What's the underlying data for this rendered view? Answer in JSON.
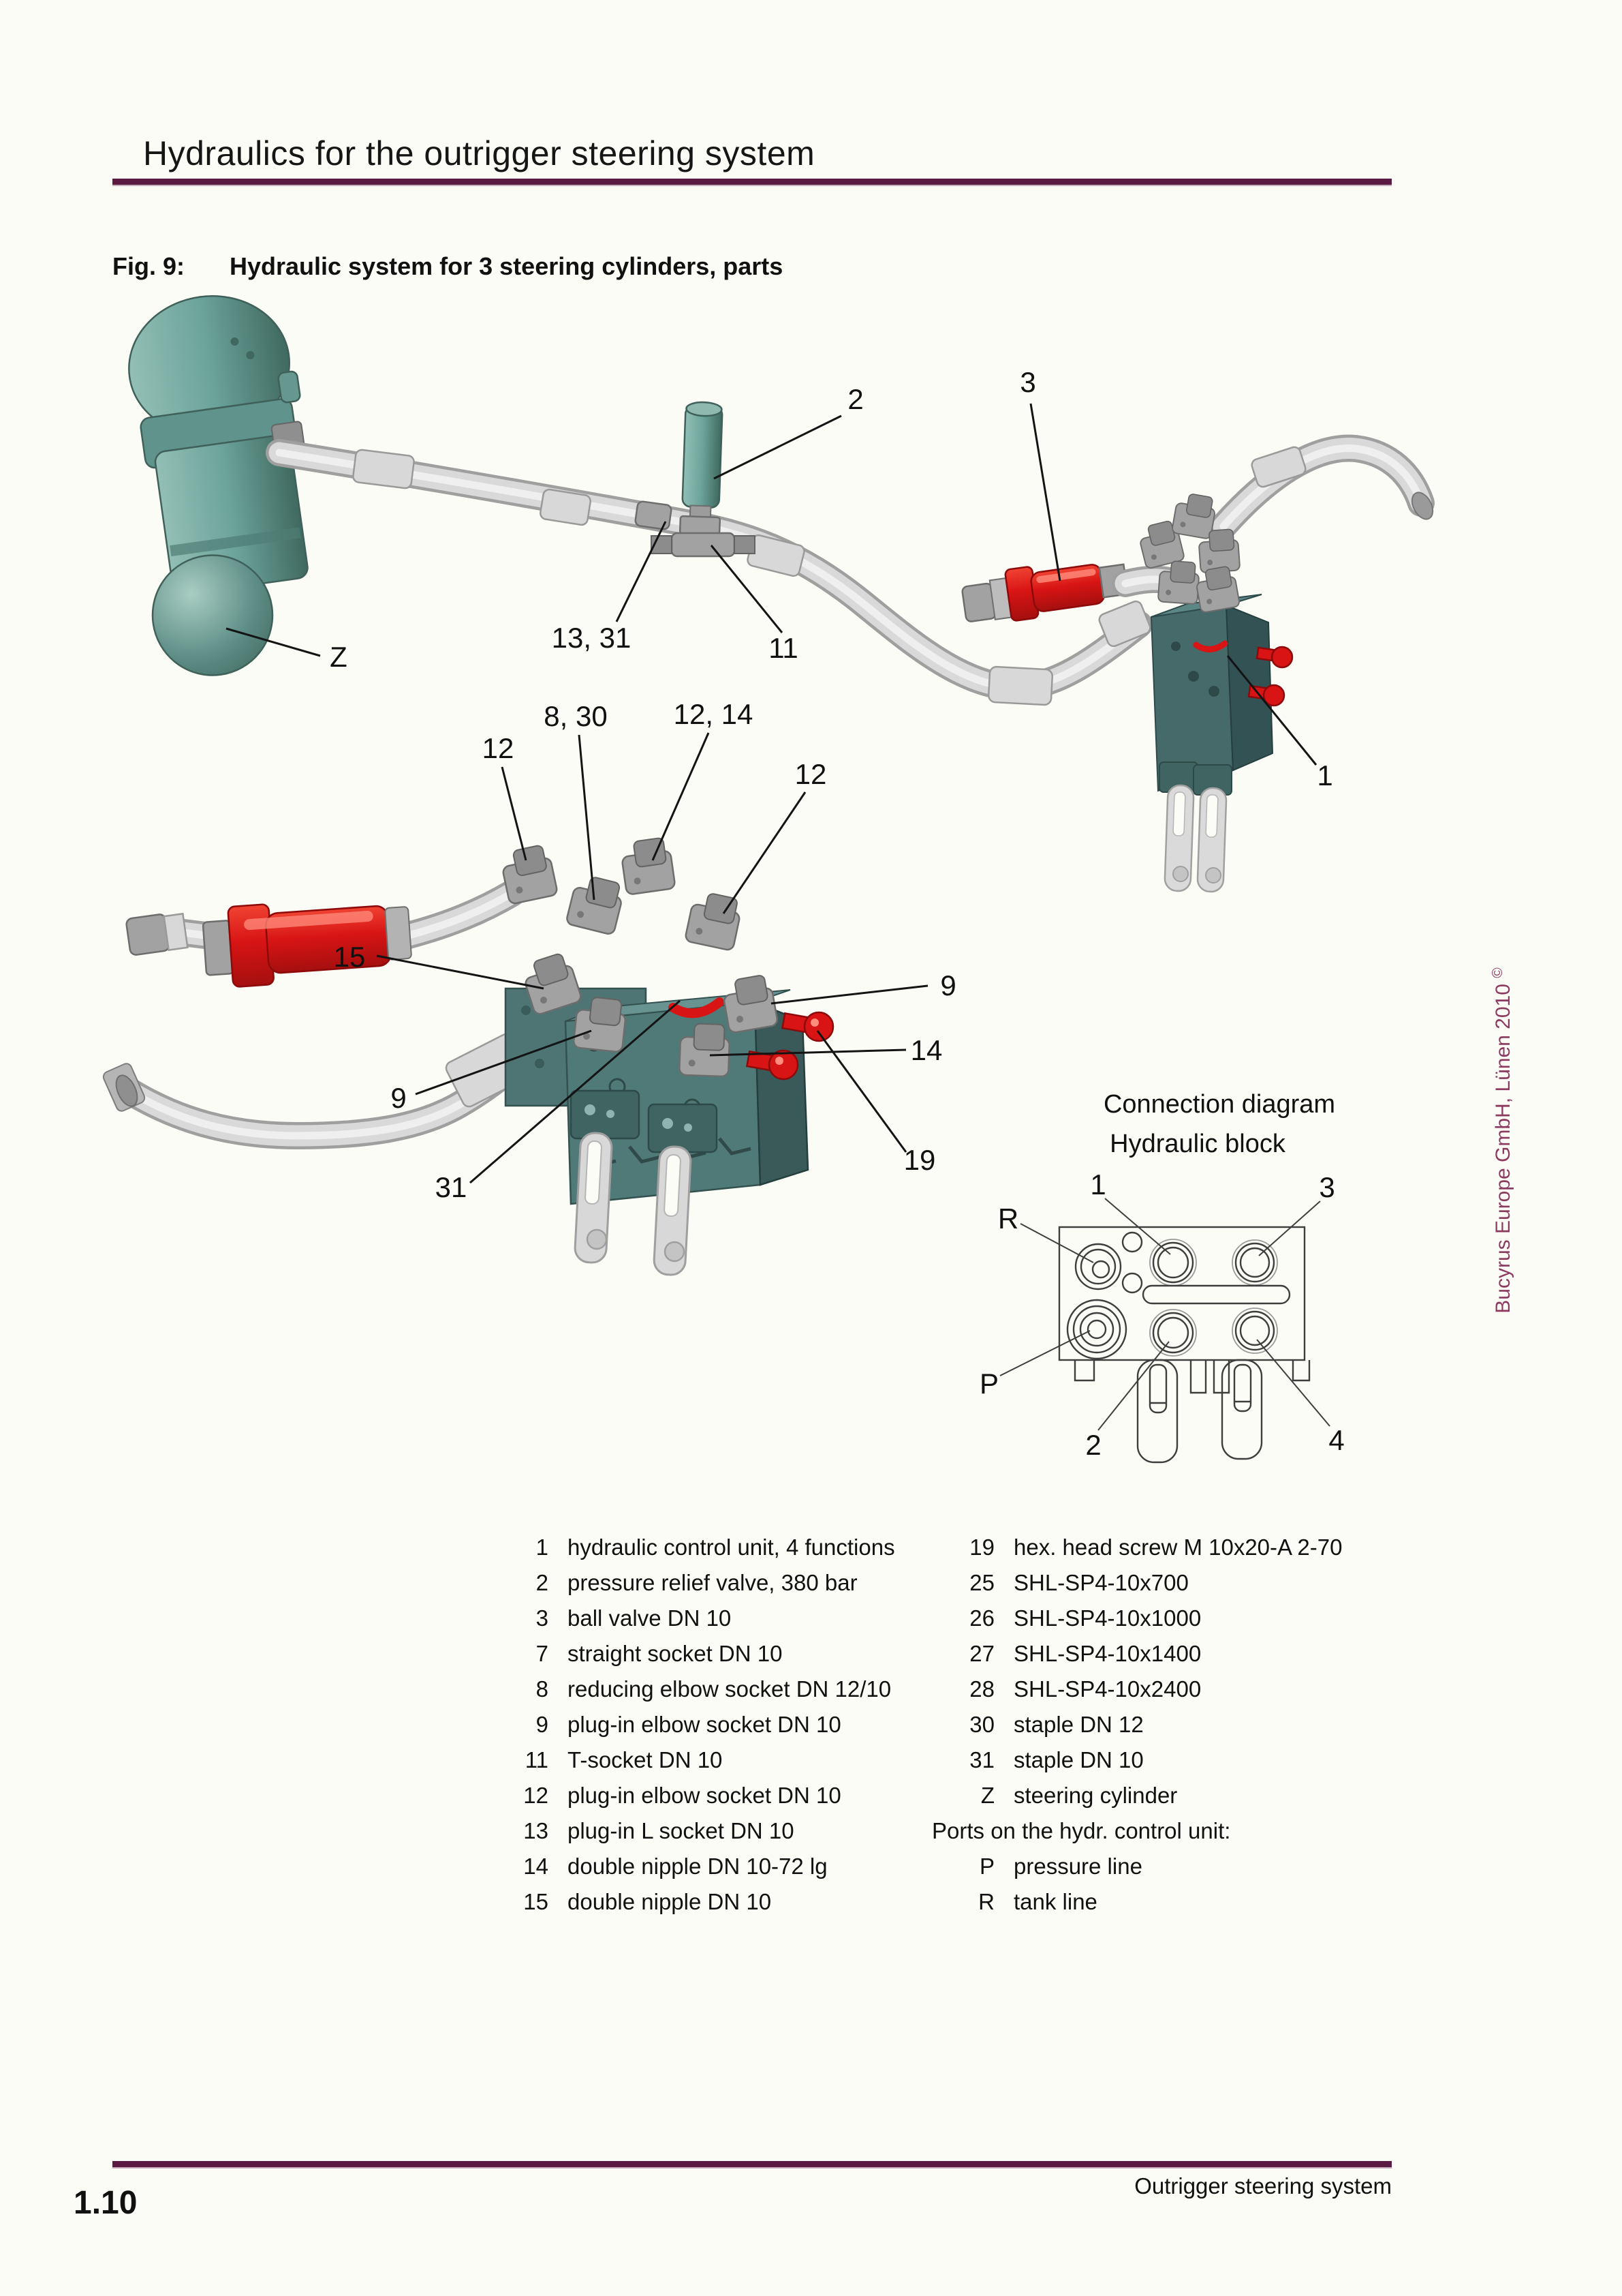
{
  "header": {
    "title": "Hydraulics for the outrigger steering system"
  },
  "figure": {
    "label": "Fig. 9:",
    "caption": "Hydraulic system for 3 steering cylinders, parts"
  },
  "callouts": {
    "c2": "2",
    "c3": "3",
    "cz": "Z",
    "c1331": "13, 31",
    "c11": "11",
    "c830": "8, 30",
    "c1214": "12, 14",
    "c12a": "12",
    "c12b": "12",
    "c15": "15",
    "c9a": "9",
    "c14": "14",
    "c9b": "9",
    "c31": "31",
    "c19": "19",
    "c1": "1"
  },
  "connection": {
    "title_line1": "Connection diagram",
    "title_line2": "Hydraulic block",
    "labels": {
      "n1": "1",
      "n3": "3",
      "r": "R",
      "p": "P",
      "n2": "2",
      "n4": "4"
    }
  },
  "parts_list": {
    "left": [
      {
        "num": "1",
        "desc": "hydraulic control unit, 4 functions"
      },
      {
        "num": "2",
        "desc": "pressure relief valve, 380 bar"
      },
      {
        "num": "3",
        "desc": "ball valve DN 10"
      },
      {
        "num": "7",
        "desc": "straight socket DN 10"
      },
      {
        "num": "8",
        "desc": "reducing elbow socket DN 12/10"
      },
      {
        "num": "9",
        "desc": "plug-in elbow socket DN 10"
      },
      {
        "num": "11",
        "desc": "T-socket DN 10"
      },
      {
        "num": "12",
        "desc": "plug-in elbow socket DN 10"
      },
      {
        "num": "13",
        "desc": "plug-in L socket DN 10"
      },
      {
        "num": "14",
        "desc": "double nipple DN 10-72 lg"
      },
      {
        "num": "15",
        "desc": "double nipple DN 10"
      }
    ],
    "right": [
      {
        "num": "19",
        "desc": "hex. head screw M 10x20-A 2-70"
      },
      {
        "num": "25",
        "desc": "SHL-SP4-10x700"
      },
      {
        "num": "26",
        "desc": "SHL-SP4-10x1000"
      },
      {
        "num": "27",
        "desc": "SHL-SP4-10x1400"
      },
      {
        "num": "28",
        "desc": "SHL-SP4-10x2400"
      },
      {
        "num": "30",
        "desc": "staple DN 12"
      },
      {
        "num": "31",
        "desc": "staple DN 10"
      },
      {
        "num": "Z",
        "desc": "steering cylinder"
      }
    ],
    "ports_heading": "Ports on the hydr. control unit:",
    "ports": [
      {
        "num": "P",
        "desc": "pressure line"
      },
      {
        "num": "R",
        "desc": "tank line"
      }
    ]
  },
  "sidebar": {
    "text": "Bucyrus Europe GmbH, Lünen 2010",
    "symbol": "©"
  },
  "footer": {
    "page_number": "1.10",
    "section": "Outrigger steering system"
  },
  "colors": {
    "accent": "#5b1a41",
    "sidebar_text": "#8d3a60",
    "teal": "#6ba39a",
    "teal_dark": "#4e7876",
    "red": "#d81414"
  }
}
